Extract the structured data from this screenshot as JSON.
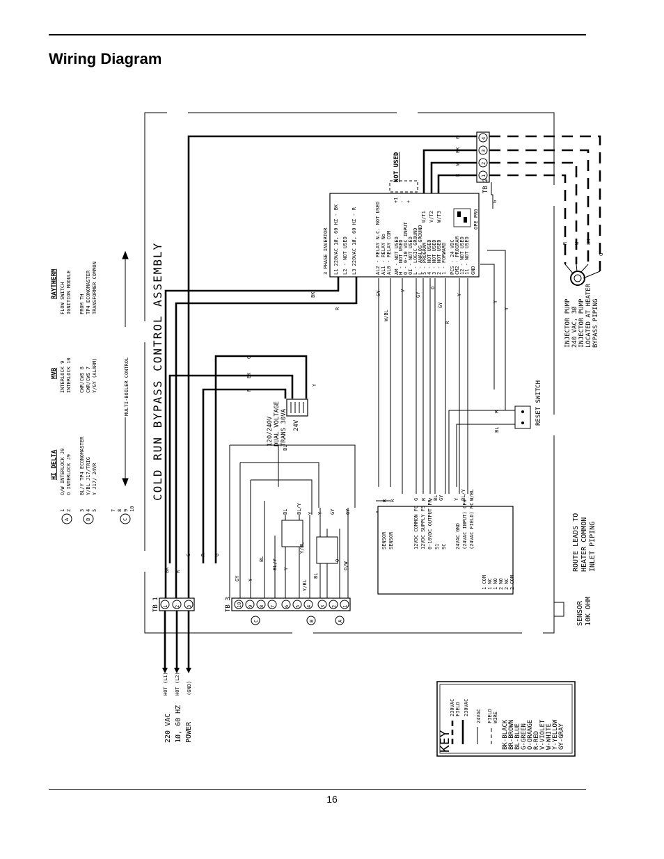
{
  "page": {
    "title": "Wiring Diagram",
    "page_number": "16"
  },
  "diagram": {
    "banner": "COLD RUN BYPASS CONTROL ASSEMBLY",
    "multi_boiler_control": "MULTI-BOILER CONTROL",
    "interlock_table": {
      "circles": [
        "A",
        "B",
        "C"
      ],
      "rows": [
        {
          "num": "1",
          "hi_delta": "O/W INTERLOCK J9",
          "mvb": "INTERLOCK 9",
          "raytherm": "FLOW SWITCH"
        },
        {
          "num": "2",
          "hi_delta": "O   INTERLOCK J9",
          "mvb": "INTERLOCK 10",
          "raytherm": "IGNITION MODULE"
        },
        {
          "num": "3",
          "hi_delta": "BL/Y  TP4 ECONOMASTER",
          "mvb": "CWR/CWS 8",
          "raytherm": "FROM TH"
        },
        {
          "num": "4",
          "hi_delta": "Y/BL  J17/TRIG",
          "mvb": "CWR/CWS 7",
          "raytherm": "TP4 ECONOMASTER"
        },
        {
          "num": "5",
          "hi_delta": "Y     J17/ 24VR",
          "mvb": "Y/GY (ALARM)",
          "raytherm": "TRANSFORMER COMMON"
        },
        {
          "num": "7",
          "hi_delta": "",
          "mvb": "",
          "raytherm": ""
        },
        {
          "num": "8",
          "hi_delta": "",
          "mvb": "",
          "raytherm": ""
        },
        {
          "num": "9",
          "hi_delta": "",
          "mvb": "",
          "raytherm": ""
        },
        {
          "num": "10",
          "hi_delta": "",
          "mvb": "",
          "raytherm": ""
        }
      ],
      "headers": {
        "hi_delta": "HI DELTA",
        "mvb": "MVB",
        "raytherm": "RAYTHERM"
      }
    },
    "inverter": {
      "title": "3 PHASE INVERTOR",
      "top_lines": [
        "L1 220VAC 1Ø, 60 HZ - BK",
        "L2 - NOT USED",
        "L3 220VAC 1Ø, 60 HZ - R"
      ],
      "lines": [
        "AL2 - RELAY N.C. NOT USED",
        "AL1 - RELAY No",
        "AL0 - RELAY COM",
        "AM - NOT USED",
        "H - NOT USED",
        "O - 0-10 VDC INPUT",
        "OI - NOT USED",
        "L - LOGIC GROUND",
        "L - ANALOG GROUND",
        "5 - PROGRAM",
        "4 - NOT USED",
        "3 - NOT USED",
        "2 - NOT USED",
        "1 - FORWARD",
        "PCS - 24 VDC",
        "CM2 - PROGRAM",
        "12 - NOT USED",
        "11 - NOT USED"
      ],
      "gnd": "GND",
      "outputs": [
        "U/T1",
        "V/T2",
        "W/T3"
      ],
      "plus_minus": [
        "+1",
        "-",
        "+"
      ],
      "not_used": "NOT USED",
      "dip": "OPE PRG"
    },
    "tb2": {
      "label": "TB 2",
      "terminals": [
        "1",
        "2",
        "3",
        "4"
      ],
      "wires": [
        "R",
        "W",
        "BK",
        "G"
      ]
    },
    "tb1": {
      "label": "TB 1",
      "terminals": [
        "1",
        "2",
        "3"
      ],
      "wires": [
        "BK",
        "R",
        "G"
      ]
    },
    "tb3": {
      "label": "TB 3",
      "terminals": [
        "10",
        "9",
        "8",
        "7",
        "6",
        "5",
        "4",
        "3",
        "2",
        "1"
      ]
    },
    "transformer": {
      "label": "120/240V DUAL VOLTAGE TRANS 30VA",
      "secondary": "24V"
    },
    "reset_switch": "RESET SWITCH",
    "controller": {
      "left": [
        "SENSOR",
        "SENSOR",
        "",
        "12VDC COMMON  FC",
        "12VDC SUPPLY  FS",
        "0-10VDC OUTPUT  FR",
        "S1",
        "SC",
        "",
        "24VAC GND",
        "(24VAC INPUT)  CFH",
        "(24VAC FIELD)  MC"
      ],
      "right": [
        "1 COM",
        "1 NC",
        "1 NO",
        "2 NO",
        "2 NC",
        "2 COM"
      ]
    },
    "pump": [
      "INJECTOR PUMP",
      "240 VAC, 3Ø",
      "INJECTOR PUMP",
      "LOCATED AT HEATER",
      "BYPASS PIPING"
    ],
    "route_leads": [
      "ROUTE LEADS TO",
      "HEATER COMMON",
      "INLET PIPING"
    ],
    "sensor": [
      "SENSOR",
      "10K OHM"
    ],
    "power": {
      "lines": [
        "220 VAC",
        "1Ø, 60 HZ",
        "POWER"
      ],
      "leads": [
        "HOT (L1)",
        "HOT (L2)",
        "(GND)"
      ]
    },
    "wire_colors": {
      "bk": "BK",
      "r": "R",
      "g": "G",
      "w": "W",
      "y": "Y",
      "gy": "GY",
      "bl": "BL",
      "bly": "BL/Y",
      "ybl": "Y/BL",
      "v": "V",
      "o": "O",
      "ow": "O/W",
      "wbl": "W/BL"
    },
    "key": {
      "title": "KEY",
      "entries": [
        "230VAC FIELD",
        "230VAC",
        "24VAC",
        "FIELD WIRE"
      ],
      "colors": [
        "BK-BLACK",
        "BR-BROWN",
        "BL-BLUE",
        "G-GREEN",
        "O-ORANGE",
        "R-RED",
        "V-VIOLET",
        "W-WHITE",
        "Y-YELLOW",
        "GY-GRAY"
      ]
    }
  }
}
